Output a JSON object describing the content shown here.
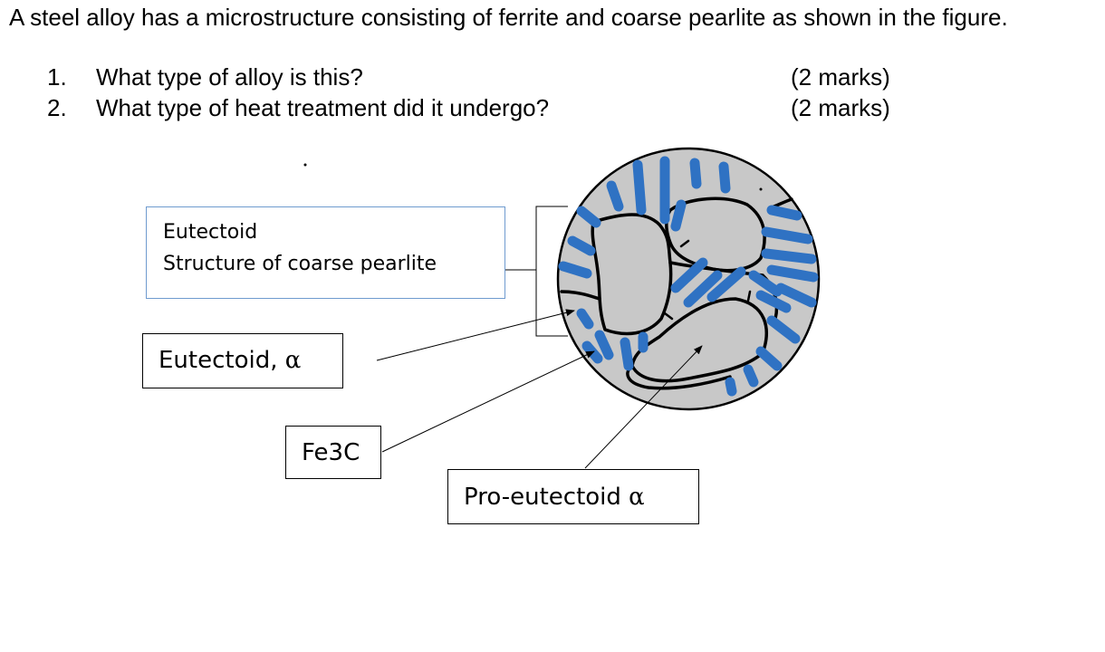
{
  "question": {
    "intro": "A steel alloy has a microstructure consisting of ferrite and coarse pearlite as shown in the figure.",
    "items": [
      {
        "number": "1.",
        "text": "What type of alloy is this?",
        "marks": "(2 marks)"
      },
      {
        "number": "2.",
        "text": "What type of heat treatment did it undergo?",
        "marks": "(2 marks)"
      }
    ]
  },
  "diagram": {
    "labels": {
      "pearlite_line1": "Eutectoid",
      "pearlite_line2": "Structure of coarse pearlite",
      "eutectoid_alpha": "Eutectoid, ",
      "fe3c": "Fe3C",
      "pro_eutectoid": "Pro-eutectoid ",
      "alpha_symbol": "α"
    },
    "colors": {
      "matrix_fill": "#c8c8c8",
      "cementite_lamellae": "#2f72c3",
      "boundaries": "#000000",
      "label_box_border": "#6f9bcf"
    }
  }
}
